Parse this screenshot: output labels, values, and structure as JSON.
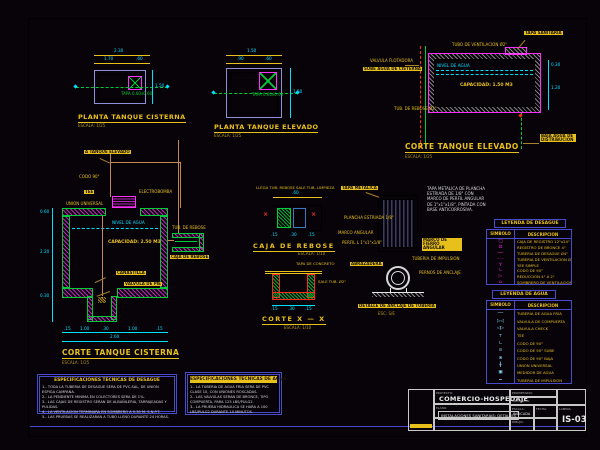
{
  "colors": {
    "yellow": "#e8c01c",
    "cyan": "#00e0ff",
    "magenta": "#ff30ff",
    "green": "#00cc33",
    "red": "#ff2a1a",
    "blue": "#4a4acc",
    "tan": "#c08a50",
    "white": "#e8e8e8"
  },
  "planta_cisterna": {
    "title": "PLANTA TANQUE CISTERNA",
    "scale": "ESCALA: 1/25",
    "tapa_label": "TAPA 0.60x0.60",
    "dims": [
      "2.30",
      "1.70",
      ".60",
      "1.50"
    ]
  },
  "planta_elevado": {
    "title": "PLANTA TANQUE ELEVADO",
    "scale": "ESCALA: 1/25",
    "tapa_label": "TAPA 0.60x0.60",
    "dims": [
      "1.50",
      ".90",
      ".60",
      "1.50"
    ]
  },
  "corte_elevado": {
    "title": "CORTE TANQUE ELEVADO",
    "scale": "ESCALA: 1/25",
    "capacity": "CAPACIDAD: 1.50 M3",
    "labels": {
      "tapa": "TAPA SANITARIA",
      "ventilacion": "TUBO DE VENTILACION Ø2\"",
      "flotador": "VALVULA FLOTADORA",
      "sube": "SUBE AGUA DE CISTERNA",
      "nivel": "NIVEL DE AGUA",
      "rebose": "TUB. DE REBOSE Ø2\"",
      "baja": "BAJA AGUA DE DISTRIBUCION"
    },
    "dims": [
      "0.30",
      "1.20"
    ]
  },
  "corte_cisterna": {
    "title": "CORTE TANQUE CISTERNA",
    "scale": "ESCALA: 1/25",
    "capacity": "CAPACIDAD: 2.50 M3",
    "labels": {
      "a_tanque": "A TANQUE ELEVADO",
      "codo": "CODO 90°",
      "tee": "TEE",
      "union": "UNION UNIVERSAL",
      "bomba": "ELECTROBOMBA",
      "nivel": "NIVEL DE AGUA",
      "rebose": "TUB. DE REBOSE",
      "caja": "CAJA DE REBOSE",
      "canastilla": "CANASTILLA",
      "valvula_pie": "VALVULA DE PIE"
    },
    "dims_bottom": [
      ".15",
      "1.00",
      ".30",
      "1.00",
      ".15",
      "2.60"
    ],
    "dims_left": [
      "0.60",
      "2.20",
      "0.30"
    ]
  },
  "caja_rebose": {
    "title": "CAJA DE REBOSE",
    "scale": "ESCALA: 1/10",
    "labels": {
      "llega": "LLEGA TUB. REBOSE",
      "sale": "SALE TUB. LIMPIEZA"
    },
    "dims": [
      ".60",
      ".15",
      ".30",
      ".15"
    ]
  },
  "corte_xx": {
    "title": "CORTE  X — X",
    "scale": "ESCALA: 1/10",
    "labels": {
      "tapa": "TAPA DE CONCRETO",
      "sale": "SALE TUB. Ø2\""
    },
    "dims": [
      ".15",
      ".30",
      ".15"
    ]
  },
  "tapa_detalle": {
    "labels": {
      "tapa": "TAPA METALICA",
      "plancha": "PLANCHA ESTRIADA 1/8\"",
      "marco": "MARCO ANGULAR",
      "perfil": "PERFIL L 1\"x1\"x1/8\"",
      "bisagra": "MARCO DE FIERRO ANGULAR"
    },
    "nota": "TAPA METALICA DE PLANCHA ESTRIADA DE 1/8\" CON MARCO DE PERFIL ANGULAR DE 1\"x1\"x1/8\", PINTADA CON BASE ANTICORROSIVA."
  },
  "anclaje_detalle": {
    "title": "DETALLE DE ANCLAJE DE TUBERIA",
    "scale": "ESC: S/E",
    "labels": {
      "abrazadera": "ABRAZADERA",
      "tuberia": "TUBERIA DE IMPULSION",
      "pernos": "PERNOS DE ANCLAJE"
    }
  },
  "legend_desague": {
    "title": "LEYENDA DE DESAGUE",
    "headers": [
      "SIMBOLO",
      "DESCRIPCION"
    ],
    "rows": [
      {
        "sym": "□",
        "desc": "CAJA DE REGISTRO 12\"x24\""
      },
      {
        "sym": "⊡",
        "desc": "REGISTRO DE BRONCE 4\""
      },
      {
        "sym": "──",
        "desc": "TUBERIA DE DESAGUE Ø4\""
      },
      {
        "sym": "– –",
        "desc": "TUBERIA DE VENTILACION Ø2\""
      },
      {
        "sym": "Y",
        "desc": "YEE SIMPLE"
      },
      {
        "sym": "∟",
        "desc": "CODO DE 90°"
      },
      {
        "sym": "▷",
        "desc": "REDUCCION 4\" A 2\""
      },
      {
        "sym": "⌂",
        "desc": "SOMBRERO DE VENTILACION"
      }
    ]
  },
  "legend_agua": {
    "title": "LEYENDA DE AGUA",
    "headers": [
      "SIMBOLO",
      "DESCRIPCION"
    ],
    "rows": [
      {
        "sym": "──",
        "desc": "TUBERIA DE AGUA FRIA"
      },
      {
        "sym": "▷◁",
        "desc": "VALVULA DE COMPUERTA"
      },
      {
        "sym": "◁▷",
        "desc": "VALVULA CHECK"
      },
      {
        "sym": "┬",
        "desc": "TEE"
      },
      {
        "sym": "∟",
        "desc": "CODO DE 90°"
      },
      {
        "sym": "⊙",
        "desc": "CODO DE 90° SUBE"
      },
      {
        "sym": "⊗",
        "desc": "CODO DE 90° BAJA"
      },
      {
        "sym": "╫",
        "desc": "UNION UNIVERSAL"
      },
      {
        "sym": "▣",
        "desc": "MEDIDOR DE AGUA"
      },
      {
        "sym": "━",
        "desc": "TUBERIA DE IMPULSION"
      }
    ]
  },
  "spec_desague": {
    "title": "ESPECIFICACIONES TECNICAS DE DESAGUE",
    "lines": [
      "1.- TODA LA TUBERIA DE DESAGUE SERA DE PVC-SAL, DE UNION ESPIGA CAMPANA.",
      "2.- LA PENDIENTE MINIMA EN COLECTORES SERA DE 1%.",
      "3.- LAS CAJAS DE REGISTRO SERAN DE ALBAÑILERIA, TARRAJEADAS Y PULIDAS.",
      "4.- LA VENTILACION TERMINARA EN SOMBRERO A 0.30 M. S.N.P.T.",
      "5.- LAS PRUEBAS SE REALIZARAN A TUBO LLENO DURANTE 24 HORAS."
    ]
  },
  "spec_agua": {
    "title": "ESPECIFICACIONES TECNICAS DE AGUA",
    "lines": [
      "1.- LA TUBERIA DE AGUA FRIA SERA DE PVC CLASE 10, CON UNIONES ROSCADAS.",
      "2.- LAS VALVULAS SERAN DE BRONCE, TIPO COMPUERTA, PARA 125 LBS/PULG2.",
      "3.- LA PRUEBA HIDRAULICA SE HARA A 100 LBS/PULG2 DURANTE 15 MINUTOS."
    ]
  },
  "titleblock": {
    "proyecto_label": "PROYECTO:",
    "proyecto": "COMERCIO-HOSPEDAJE",
    "plano_label": "PLANO:",
    "plano": "INSTALACIONES SANITARIAS: DETALLES",
    "propietario_label": "PROPIETARIO:",
    "ubicacion_label": "UBICACION:",
    "escala_label": "ESCALA:",
    "escala": "INDICADA",
    "fecha_label": "FECHA:",
    "dibujo_label": "DIBUJO:",
    "lamina_label": "LAMINA:",
    "lamina": "IS-03"
  }
}
